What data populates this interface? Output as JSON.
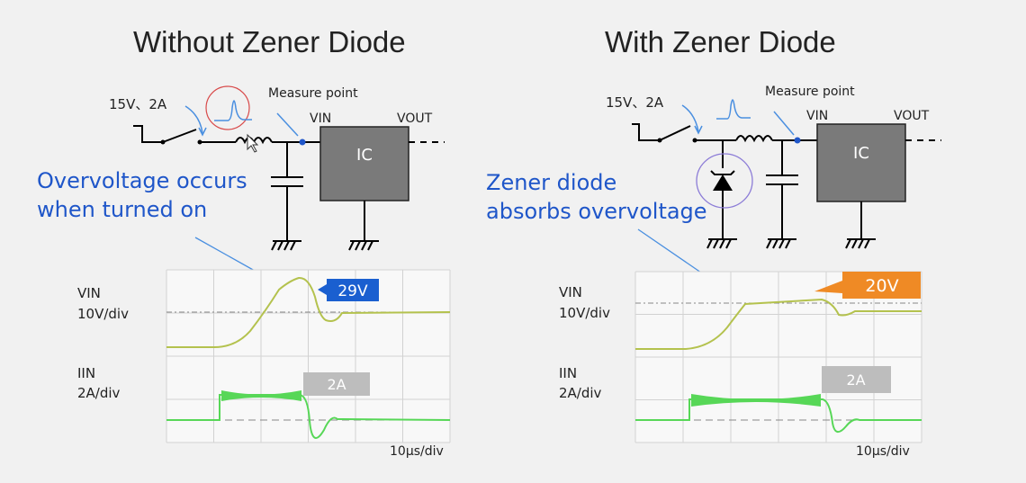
{
  "panels": [
    {
      "title": "Without Zener Diode",
      "source_label": "15V、2A",
      "measure_label": "Measure point",
      "vin_label": "VIN",
      "vout_label": "VOUT",
      "ic_label": "IC",
      "annotation": [
        "Overvoltage occurs",
        "when turned on"
      ],
      "scope": {
        "vin_label": "VIN",
        "vin_scale": "10V/div",
        "iin_label": "IIN",
        "iin_scale": "2A/div",
        "time_scale": "10μs/div",
        "peak_label": "29V",
        "peak_color": "#1a5fd0",
        "current_label": "2A"
      }
    },
    {
      "title": "With Zener Diode",
      "source_label": "15V、2A",
      "measure_label": "Measure point",
      "vin_label": "VIN",
      "vout_label": "VOUT",
      "ic_label": "IC",
      "annotation": [
        "Zener diode",
        "absorbs overvoltage"
      ],
      "scope": {
        "vin_label": "VIN",
        "vin_scale": "10V/div",
        "iin_label": "IIN",
        "iin_scale": "2A/div",
        "time_scale": "10μs/div",
        "peak_label": "20V",
        "peak_color": "#ef8a25",
        "current_label": "2A"
      }
    }
  ],
  "colors": {
    "annotation": "#1f56c9",
    "ic_box": "#7a7a7a",
    "vin_trace": "#b4c24e",
    "iin_trace": "#57d757",
    "circle_left": "#d84a4a",
    "circle_right": "#8c7cd7",
    "current_box": "#bdbdbd"
  }
}
